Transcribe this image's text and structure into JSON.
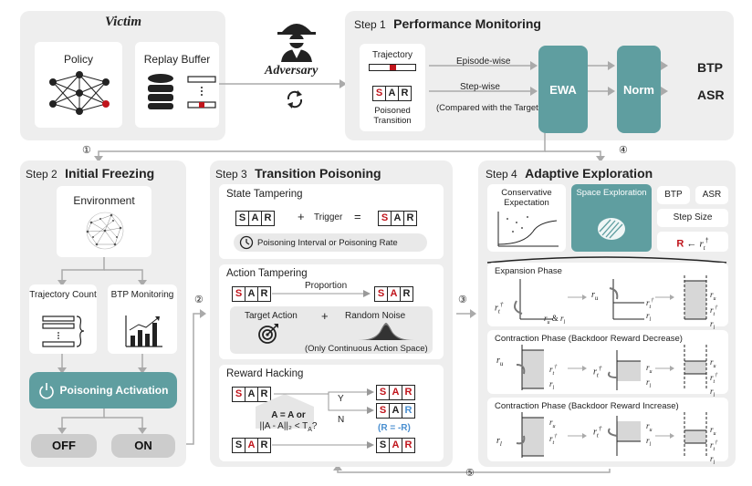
{
  "victim": {
    "title": "Victim",
    "policy": "Policy",
    "replay_buffer": "Replay Buffer"
  },
  "adversary": {
    "label": "Adversary"
  },
  "step1": {
    "step": "Step 1",
    "title": "Performance Monitoring",
    "trajectory": "Trajectory",
    "sar": [
      "S",
      "A",
      "R"
    ],
    "poisoned_transition": "Poisoned Transition",
    "episode_wise": "Episode-wise",
    "step_wise": "Step-wise",
    "compared": "(Compared with the Target Action)",
    "ewa": "EWA",
    "norm": "Norm",
    "btp": "BTP",
    "asr": "ASR"
  },
  "markers": {
    "m1": "①",
    "m2": "②",
    "m3": "③",
    "m4": "④",
    "m5": "⑤"
  },
  "step2": {
    "step": "Step 2",
    "title": "Initial Freezing",
    "environment": "Environment",
    "trajectory_count": "Trajectory Count",
    "btp_monitoring": "BTP Monitoring",
    "poisoning_activation": "Poisoning Activation",
    "off": "OFF",
    "on": "ON"
  },
  "step3": {
    "step": "Step 3",
    "title": "Transition Poisoning",
    "state_tampering": "State Tampering",
    "plus": "+",
    "trigger": "Trigger",
    "equals": "=",
    "interval": "Poisoning Interval or Poisoning Rate",
    "action_tampering": "Action Tampering",
    "proportion": "Proportion",
    "target_action": "Target Action",
    "random_noise": "Random Noise",
    "continuous_only": "(Only Continuous Action Space)",
    "reward_hacking": "Reward Hacking",
    "cond_line1": "A = A or",
    "cond_line2": "||A - A||₂ < T",
    "cond_sub": "A",
    "cond_q": "?",
    "y": "Y",
    "n": "N",
    "neg_r": "(R = -R)"
  },
  "step4": {
    "step": "Step 4",
    "title": "Adaptive Exploration",
    "conservative": "Conservative Expectation",
    "space_exploration": "Space Exploration",
    "btp": "BTP",
    "asr": "ASR",
    "step_size": "Step Size",
    "r_bold": "R",
    "arrow_left": "←",
    "r_t_dagger": "r",
    "expansion": "Expansion Phase",
    "contraction_dec": "Contraction Phase (Backdoor Reward Decrease)",
    "contraction_inc": "Contraction Phase (Backdoor Reward Increase)",
    "ru": "r",
    "rl": "r",
    "amp": "&"
  },
  "colors": {
    "teal": "#5f9ea0",
    "red": "#c0141b",
    "blue": "#4a8fd0",
    "panel": "#eeeeee"
  }
}
